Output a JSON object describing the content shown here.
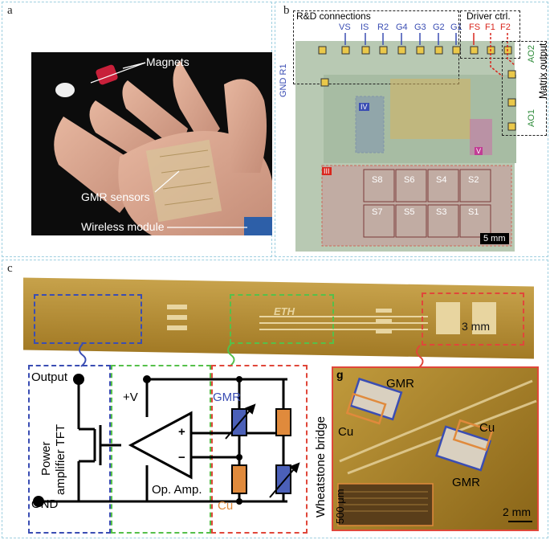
{
  "panel_a": {
    "label": "a",
    "callouts": {
      "magnets": "Magnets",
      "gmr": "GMR sensors",
      "wireless": "Wireless module"
    }
  },
  "panel_b": {
    "label": "b",
    "rd_title": "R&D connections",
    "driver_title": "Driver ctrl.",
    "pins_blue": [
      "VS",
      "IS",
      "R2",
      "G4",
      "G3",
      "G2",
      "G1"
    ],
    "pins_red": [
      "FS",
      "F1",
      "F2"
    ],
    "gnd_r1": "GND R1",
    "ao2": "AO2",
    "ao1": "AO1",
    "matrix_output": "Matrix output",
    "roman": {
      "iii": "III",
      "iv": "IV",
      "v": "V"
    },
    "sensors_row1": [
      "S8",
      "S6",
      "S4",
      "S2"
    ],
    "sensors_row2": [
      "S7",
      "S5",
      "S3",
      "S1"
    ],
    "scale": "5 mm"
  },
  "panel_c": {
    "label": "c",
    "strip_logo": "ETH",
    "strip_scale": "3 mm",
    "output": "Output",
    "gnd": "GND",
    "tft_line1": "Power",
    "tft_line2": "amplifier TFT",
    "vplus": "+V",
    "plus": "+",
    "minus": "−",
    "opamp": "Op. Amp.",
    "gmr": "GMR",
    "cu": "Cu",
    "wheatstone": "Wheatstone bridge",
    "g_label": "g",
    "g_gmr_top": "GMR",
    "g_cu_left": "Cu",
    "g_cu_right": "Cu",
    "g_gmr_bottom": "GMR",
    "g_inset_scale": "500 μm",
    "g_scale": "2 mm"
  },
  "colors": {
    "blue_box": "#3a4db3",
    "green_box": "#55c04a",
    "red_box": "#e0473a",
    "gmr_fill": "#4b60b8",
    "cu_fill": "#e08a3c",
    "blue_text": "#3a4db3",
    "red_text": "#d9271e",
    "green_text": "#2e8b3a"
  }
}
